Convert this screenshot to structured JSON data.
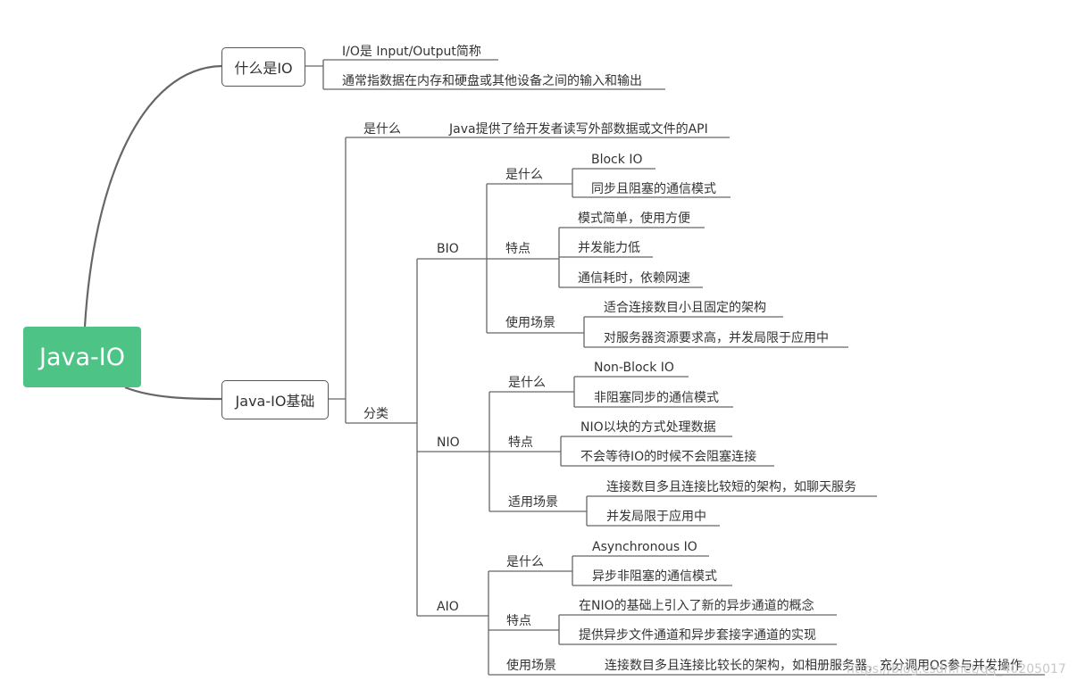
{
  "root": "Java-IO",
  "what_is_io": {
    "title": "什么是IO",
    "items": [
      "I/O是 Input/Output简称",
      "通常指数据在内存和硬盘或其他设备之间的输入和输出"
    ]
  },
  "basics": {
    "title": "Java-IO基础",
    "what_label": "是什么",
    "what_value": "Java提供了给开发者读写外部数据或文件的API",
    "category_label": "分类",
    "bio": {
      "name": "BIO",
      "what_label": "是什么",
      "what_items": [
        "Block IO",
        "同步且阻塞的通信模式"
      ],
      "feature_label": "特点",
      "feature_items": [
        "模式简单，使用方便",
        "并发能力低",
        "通信耗时，依赖网速"
      ],
      "usage_label": "使用场景",
      "usage_items": [
        "适合连接数目小且固定的架构",
        "对服务器资源要求高，并发局限于应用中"
      ]
    },
    "nio": {
      "name": "NIO",
      "what_label": "是什么",
      "what_items": [
        "Non-Block IO",
        "非阻塞同步的通信模式"
      ],
      "feature_label": "特点",
      "feature_items": [
        "NIO以块的方式处理数据",
        "不会等待IO的时候不会阻塞连接"
      ],
      "usage_label": "适用场景",
      "usage_items": [
        "连接数目多且连接比较短的架构，如聊天服务",
        "并发局限于应用中"
      ]
    },
    "aio": {
      "name": "AIO",
      "what_label": "是什么",
      "what_items": [
        "Asynchronous IO",
        "异步非阻塞的通信模式"
      ],
      "feature_label": "特点",
      "feature_items": [
        "在NIO的基础上引入了新的异步通道的概念",
        "提供异步文件通道和异步套接字通道的实现"
      ],
      "usage_label": "使用场景",
      "usage_items": [
        "连接数目多且连接比较长的架构，如相册服务器，充分调用OS参与并发操作"
      ]
    }
  },
  "watermark": "https://blog.csdn.net/qq_40205017"
}
